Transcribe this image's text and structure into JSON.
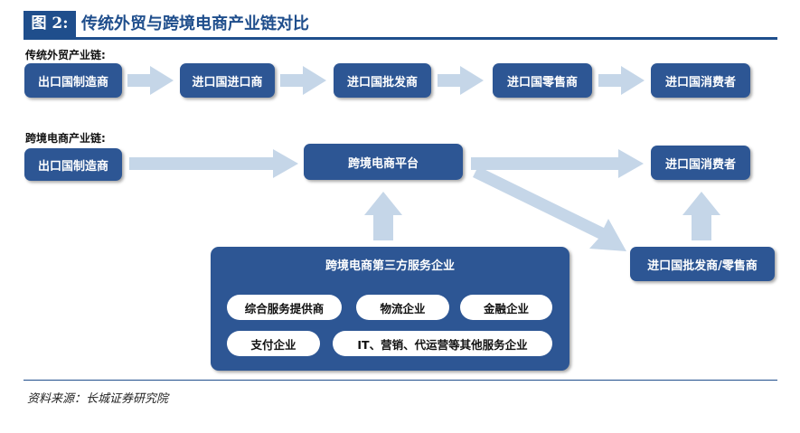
{
  "figure": {
    "label": "图 2:",
    "title": "传统外贸与跨境电商产业链对比"
  },
  "traditional": {
    "label": "传统外贸产业链:",
    "nodes": [
      "出口国制造商",
      "进口国进口商",
      "进口国批发商",
      "进口国零售商",
      "进口国消费者"
    ]
  },
  "crossborder": {
    "label": "跨境电商产业链:",
    "manufacturer": "出口国制造商",
    "platform": "跨境电商平台",
    "consumer": "进口国消费者",
    "wholesaler_retailer": "进口国批发商/零售商",
    "third_party": {
      "title": "跨境电商第三方服务企业",
      "services": [
        "综合服务提供商",
        "物流企业",
        "金融企业",
        "支付企业",
        "IT、营销、代运营等其他服务企业"
      ]
    }
  },
  "colors": {
    "node": "#2d5694",
    "arrow": "#c5d6e8",
    "title": "#1f4e8c"
  },
  "source": "资料来源：长城证券研究院"
}
